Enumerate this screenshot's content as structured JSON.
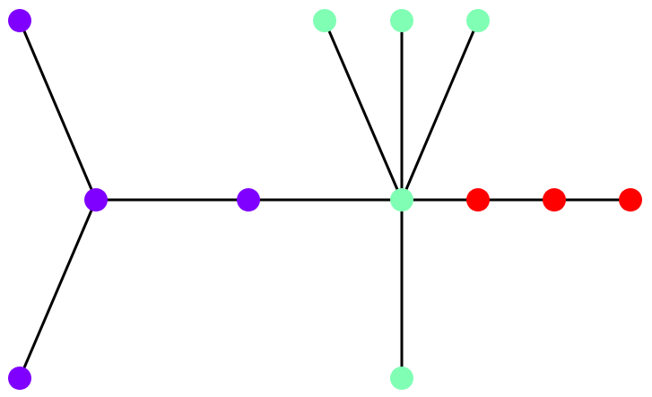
{
  "graph": {
    "node_colors": {
      "purple": "#7f00ff",
      "green": "#80ffb4",
      "red": "#ff0000"
    },
    "edge_color": "#000000",
    "nodes": [
      {
        "id": "n0",
        "group": "purple"
      },
      {
        "id": "n1",
        "group": "purple"
      },
      {
        "id": "n2",
        "group": "purple"
      },
      {
        "id": "n3",
        "group": "purple"
      },
      {
        "id": "n4",
        "group": "green"
      },
      {
        "id": "n5",
        "group": "green"
      },
      {
        "id": "n6",
        "group": "green"
      },
      {
        "id": "n7",
        "group": "green"
      },
      {
        "id": "n8",
        "group": "green"
      },
      {
        "id": "n9",
        "group": "red"
      },
      {
        "id": "n10",
        "group": "red"
      },
      {
        "id": "n11",
        "group": "red"
      }
    ],
    "edges": [
      [
        "n0",
        "n1"
      ],
      [
        "n2",
        "n1"
      ],
      [
        "n1",
        "n3"
      ],
      [
        "n3",
        "n4"
      ],
      [
        "n5",
        "n4"
      ],
      [
        "n6",
        "n4"
      ],
      [
        "n7",
        "n4"
      ],
      [
        "n8",
        "n4"
      ],
      [
        "n4",
        "n9"
      ],
      [
        "n9",
        "n10"
      ],
      [
        "n10",
        "n11"
      ]
    ]
  }
}
